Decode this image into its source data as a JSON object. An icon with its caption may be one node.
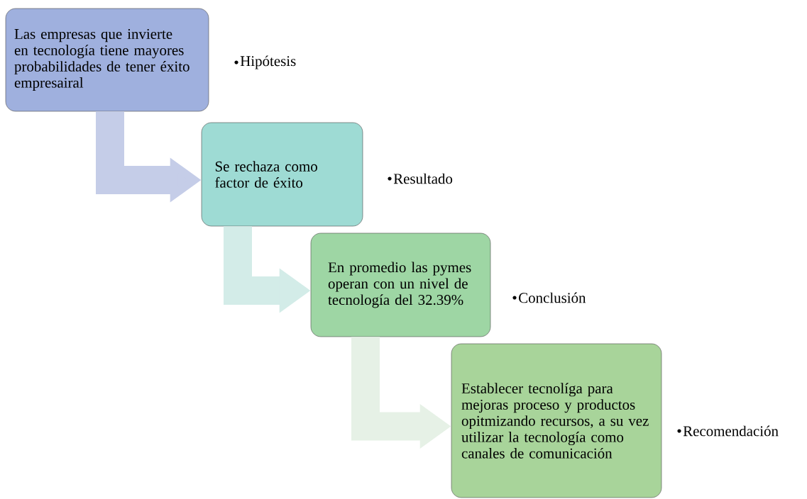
{
  "diagram": {
    "nodes": [
      {
        "text": [
          "Las empresas que invierte en tecnología tiene mayores probabilidades de tener éxito empresairal"
        ],
        "beside": [
          "Hipótesis"
        ]
      },
      {
        "text": [
          "Se rechaza como factor de éxito"
        ],
        "beside": [
          "Resultado"
        ]
      },
      {
        "text": [
          "En promedio las pymes operan con un nivel de tecnología del 32.39%"
        ],
        "beside": [
          "Conclusión"
        ]
      },
      {
        "text": [
          "Establecer tecnolíga para mejoras proceso y productos opitmizando recursos, a su vez utilizar la tecnología como canales de comunicación"
        ],
        "beside": [
          "Recomendación"
        ]
      }
    ],
    "edges": [
      {
        "from": 0,
        "to": 1,
        "arrow": "to",
        "color": "#c5cde8"
      },
      {
        "from": 1,
        "to": 2,
        "arrow": "to",
        "color": "#d3ece8"
      },
      {
        "from": 2,
        "to": 3,
        "arrow": "to",
        "color": "#e6f1e6"
      }
    ]
  }
}
